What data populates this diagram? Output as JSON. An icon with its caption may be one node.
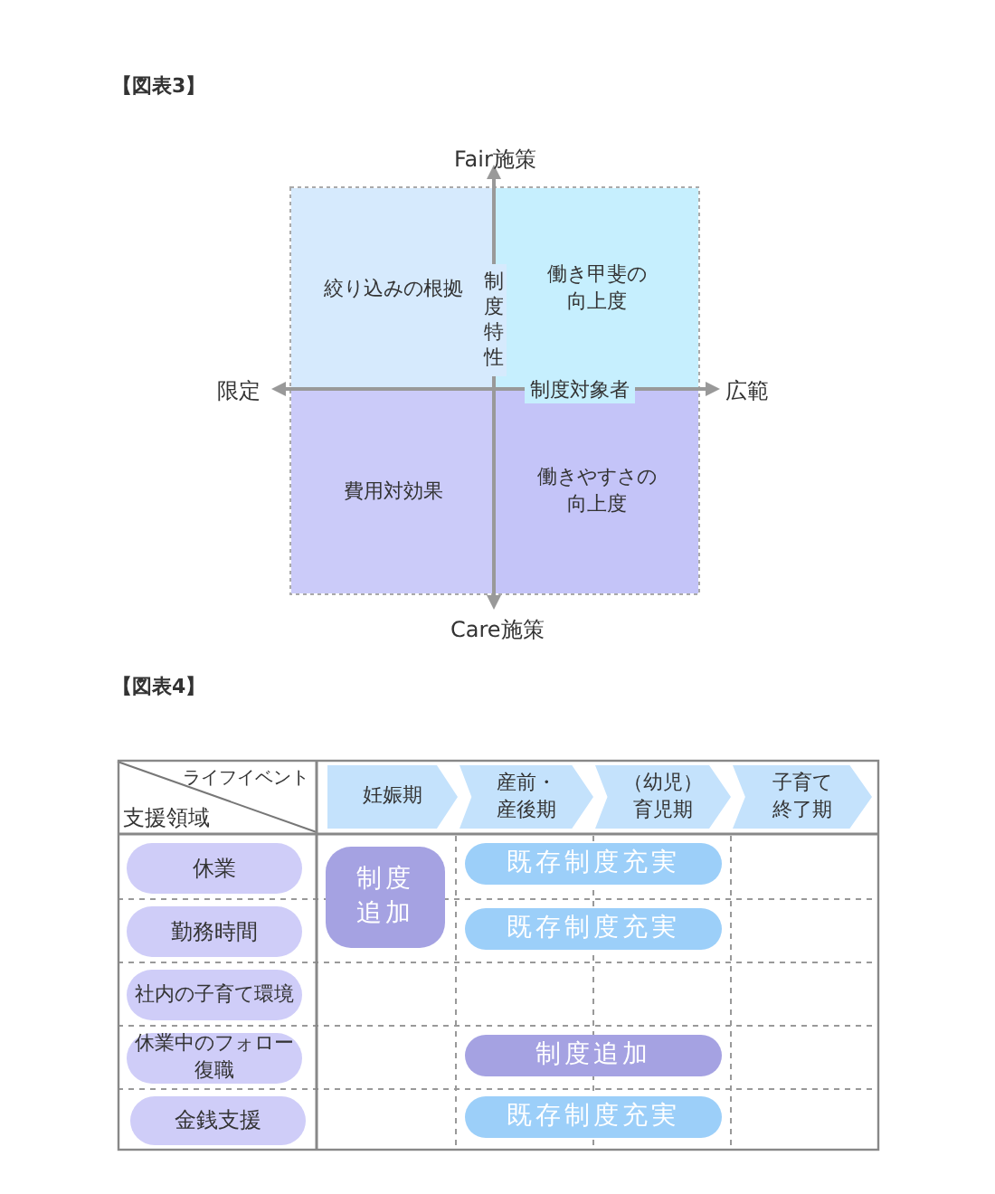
{
  "diagram": {
    "nodes": [
      {
        "text": [
          "絞り込みの根拠"
        ]
      },
      {
        "text": [
          "働き甲斐の向上度"
        ]
      },
      {
        "text": [
          "費用対効果"
        ]
      },
      {
        "text": [
          "働きやすさの向上度"
        ]
      },
      {
        "text": [
          "妊娠期"
        ]
      },
      {
        "text": [
          "産前・産後期"
        ]
      },
      {
        "text": [
          "（幼児）育児期"
        ]
      },
      {
        "text": [
          "子育て終了期"
        ]
      },
      {
        "text": [
          "休業"
        ]
      },
      {
        "text": [
          "勤務時間"
        ]
      },
      {
        "text": [
          "社内の子育て環境"
        ]
      },
      {
        "text": [
          "休業中のフォロー復職"
        ]
      },
      {
        "text": [
          "金銭支援"
        ]
      },
      {
        "text": [
          "制度追加"
        ]
      },
      {
        "text": [
          "既存制度充実"
        ]
      },
      {
        "text": [
          "既存制度充実"
        ]
      },
      {
        "text": [
          "制度追加"
        ]
      },
      {
        "text": [
          "既存制度充実"
        ]
      }
    ],
    "edges": [],
    "labels": [
      "【図表3】",
      "Fair施策",
      "限定",
      "制度特性",
      "制度対象者",
      "広範",
      "Care施策",
      "【図表4】",
      "ライフイベント",
      "支援領域"
    ]
  }
}
